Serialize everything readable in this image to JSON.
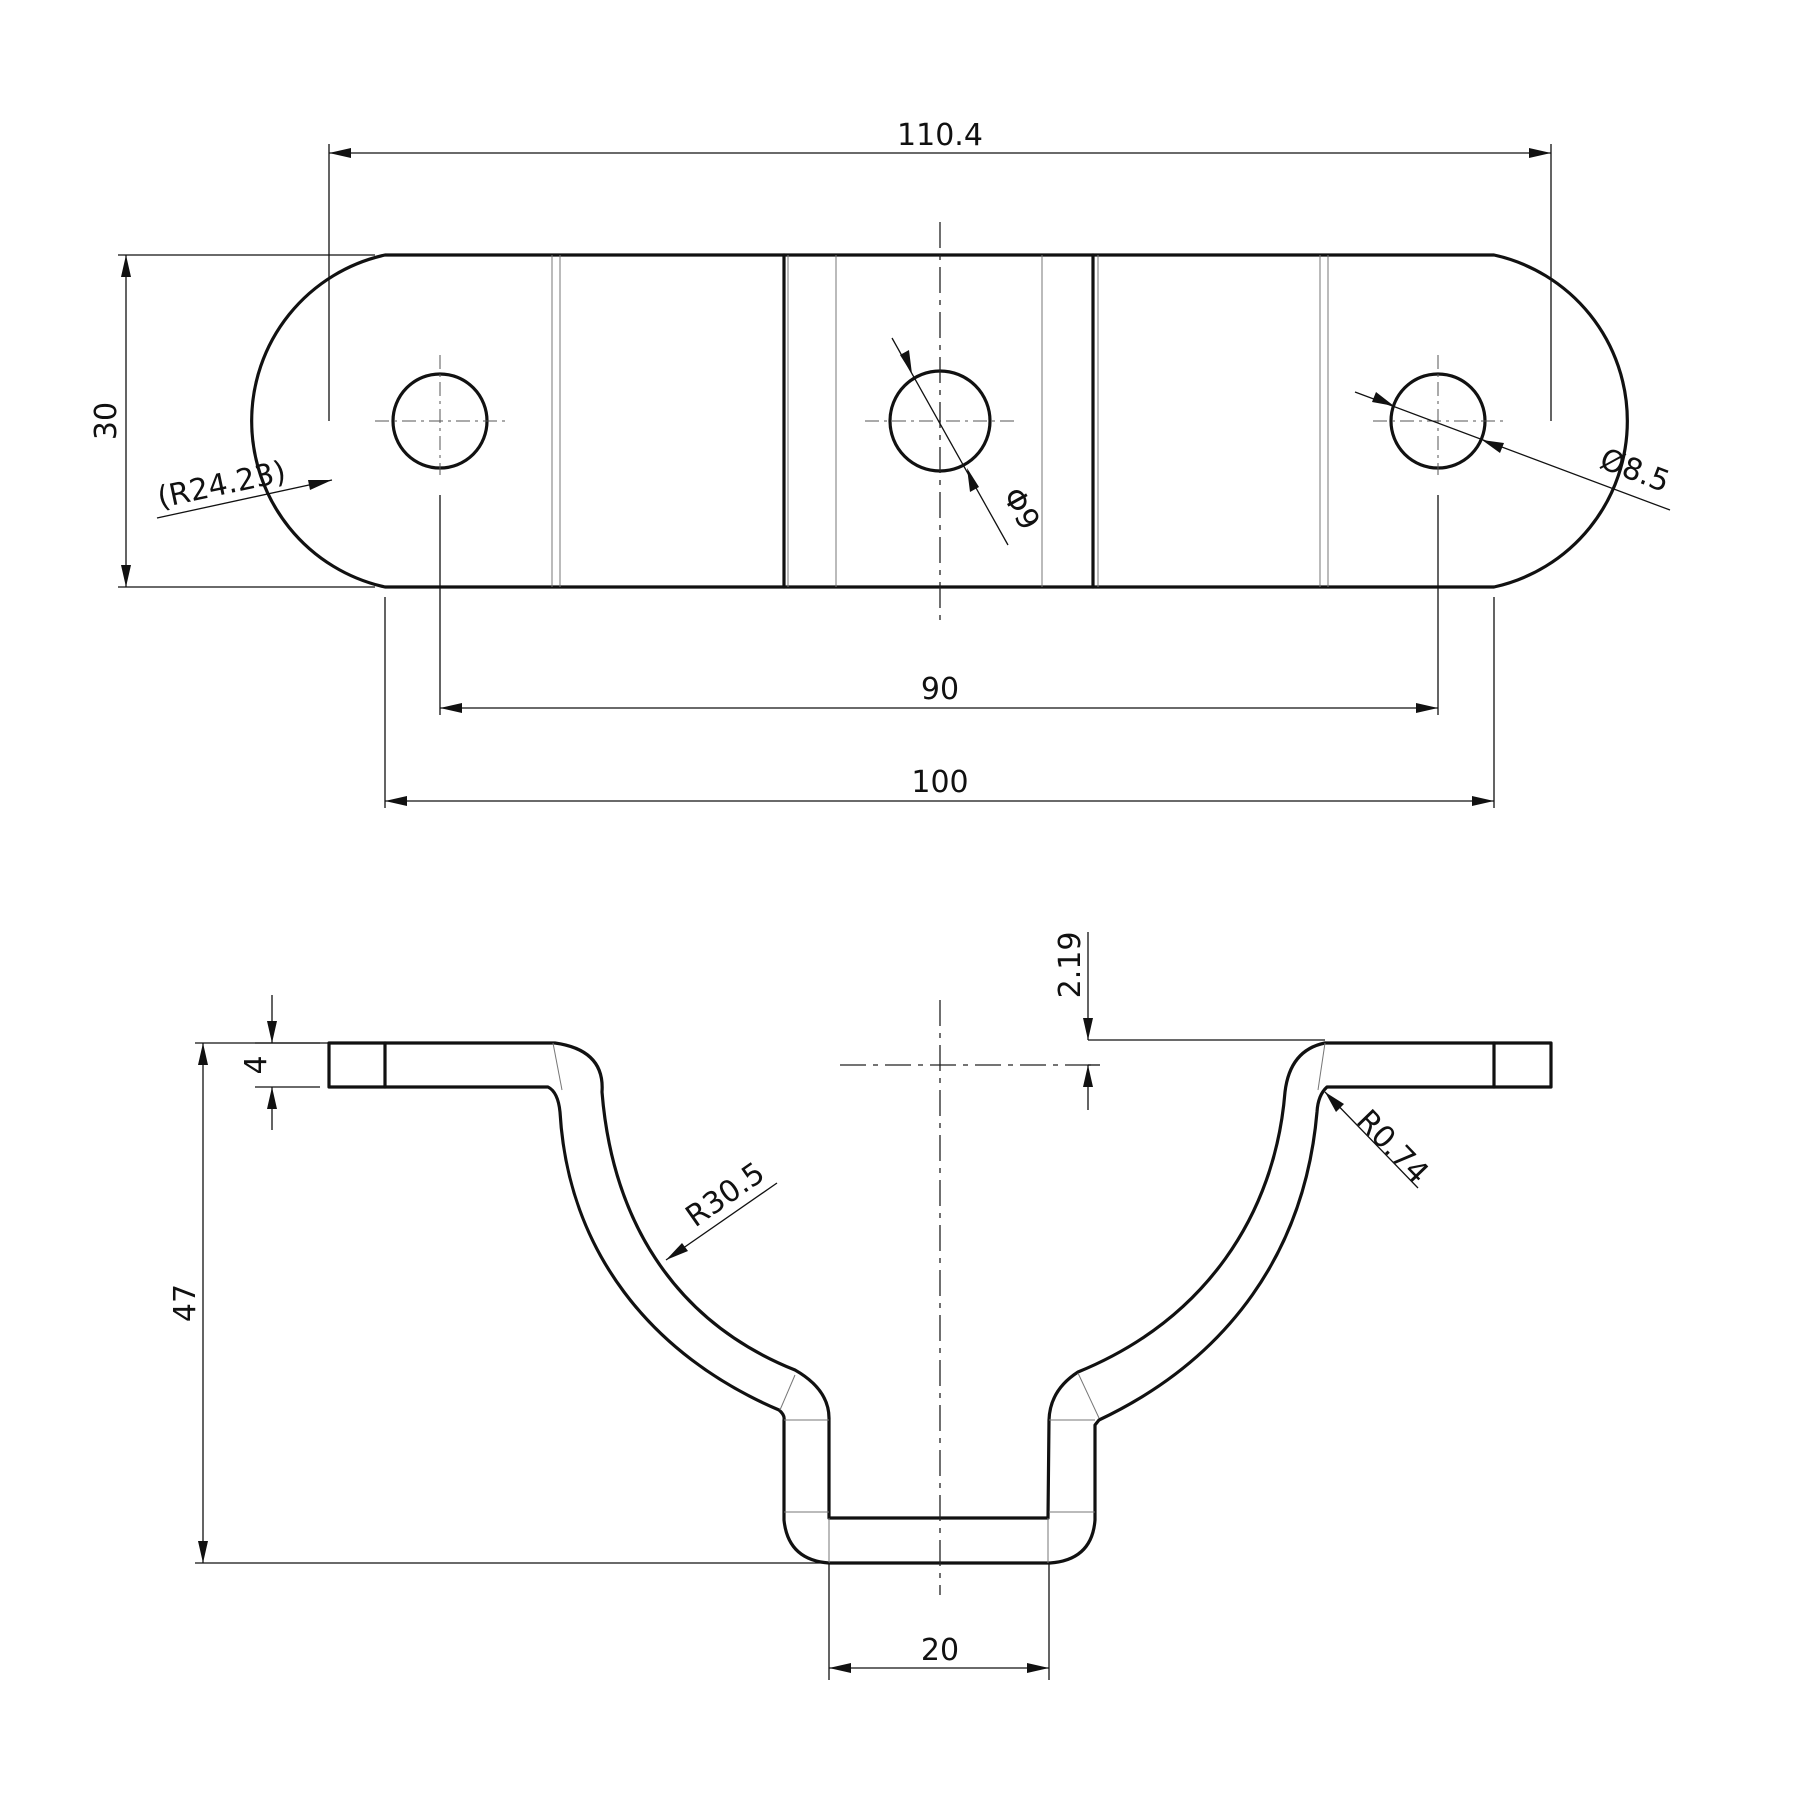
{
  "drawing": {
    "top_view": {
      "overall_width_label": "110.4",
      "height_label": "30",
      "arc_radius_label": "(R24.23)",
      "center_hole_label": "Φ9",
      "side_hole_label": "Ø8.5",
      "hole_spacing_label": "90",
      "body_length_label": "100"
    },
    "front_view": {
      "thickness_label": "4",
      "height_label": "47",
      "offset_label": "2.19",
      "bend_radius_label": "R30.5",
      "inner_radius_label": "R0.74",
      "bottom_width_label": "20"
    }
  }
}
